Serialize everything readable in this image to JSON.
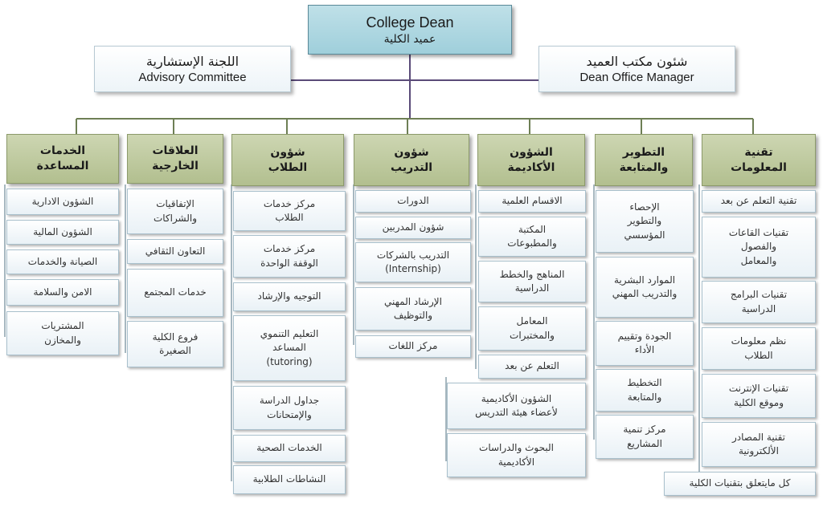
{
  "dean": {
    "title_en": "College Dean",
    "title_ar": "عميد الكلية"
  },
  "advisory": {
    "title_ar": "اللجنة الإستشارية",
    "title_en": "Advisory Committee"
  },
  "office": {
    "title_ar": "شئون مكتب العميد",
    "title_en": "Dean Office Manager"
  },
  "colors": {
    "connector": "#5a4a78",
    "branch": "#6e7f55",
    "department_fill": "#bfc9a0",
    "dean_fill": "#a9d4df"
  },
  "departments": [
    {
      "name": "الخدمات\nالمساعدة",
      "items": [
        "الشؤون الادارية",
        "الشؤون المالية",
        "الصيانة والخدمات",
        "الامن والسلامة",
        "المشتريات\nوالمخازن"
      ]
    },
    {
      "name": "العلاقات\nالخارجية",
      "items": [
        "الإتفاقيات\nوالشراكات",
        "التعاون الثقافي",
        "خدمات المجتمع",
        "فروع الكلية\nالصغيرة"
      ]
    },
    {
      "name": "شؤون\nالطلاب",
      "items": [
        "مركز خدمات\nالطلاب",
        "مركز خدمات\nالوقفة الواحدة",
        "التوجيه والإرشاد",
        "التعليم التنموي\nالمساعد\n(tutoring)",
        "جداول الدراسة\nوالإمتحانات",
        "الخدمات الصحية",
        "النشاطات الطلابية"
      ]
    },
    {
      "name": "شؤون\nالتدريب",
      "items": [
        "الدورات",
        "شؤون المدربين",
        "التدريب بالشركات\n(Internship)",
        "الإرشاد المهني\nوالتوظيف",
        "مركز اللغات"
      ]
    },
    {
      "name": "الشؤون\nالأكاديمة",
      "items": [
        "الاقسام العلمية",
        "المكتبة\nوالمطبوعات",
        "المناهج والخطط\nالدراسية",
        "المعامل\nوالمختبرات",
        "التعلم عن بعد",
        "الشؤون الأكاديمية\nلأعضاء هيئة التدريس",
        "البحوث والدراسات\nالأكاديمية"
      ]
    },
    {
      "name": "التطوير\nوالمتابعة",
      "items": [
        "الإحصاء\nوالتطوير\nالمؤسسي",
        "الموارد البشرية\nوالتدريب المهني",
        "الجودة وتقييم\nالأداء",
        "التخطيط\nوالمتابعة",
        "مركز تنمية\nالمشاريع"
      ]
    },
    {
      "name": "تقنية\nالمعلومات",
      "items": [
        "تقنية التعلم عن بعد",
        "تقنيات القاعات\nوالفصول\nوالمعامل",
        "تقنيات البرامج\nالدراسية",
        "نظم معلومات\nالطلاب",
        "تقنيات الإنترنت\nوموقع الكلية",
        "تقنية المصادر\nالألكترونية",
        "كل مايتعلق بتقنيات الكلية"
      ]
    }
  ]
}
